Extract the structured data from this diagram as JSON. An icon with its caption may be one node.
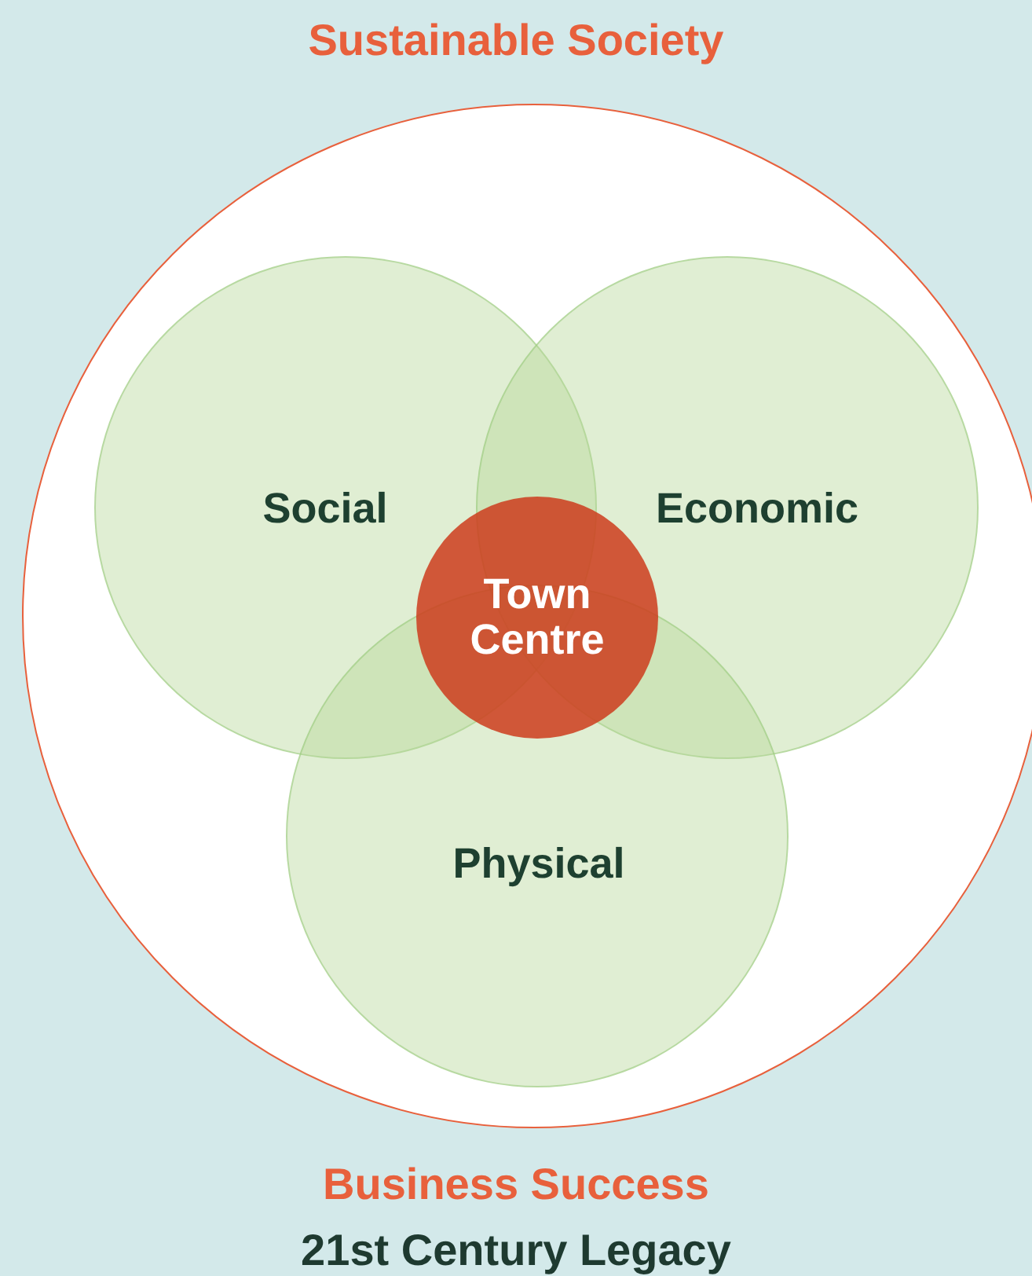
{
  "diagram": {
    "title": "Sustainable Society",
    "nodes": [
      {
        "text": [],
        "shape": "circle"
      },
      {
        "text": [
          "Social"
        ],
        "in": 0
      },
      {
        "text": [
          "Economic"
        ],
        "in": 0
      },
      {
        "text": [
          "Physical"
        ],
        "in": 0
      },
      {
        "text": [
          "Town Centre"
        ],
        "in": 0
      }
    ],
    "edges": [],
    "labels": [
      "Business Success",
      "21st Century Legacy"
    ]
  }
}
